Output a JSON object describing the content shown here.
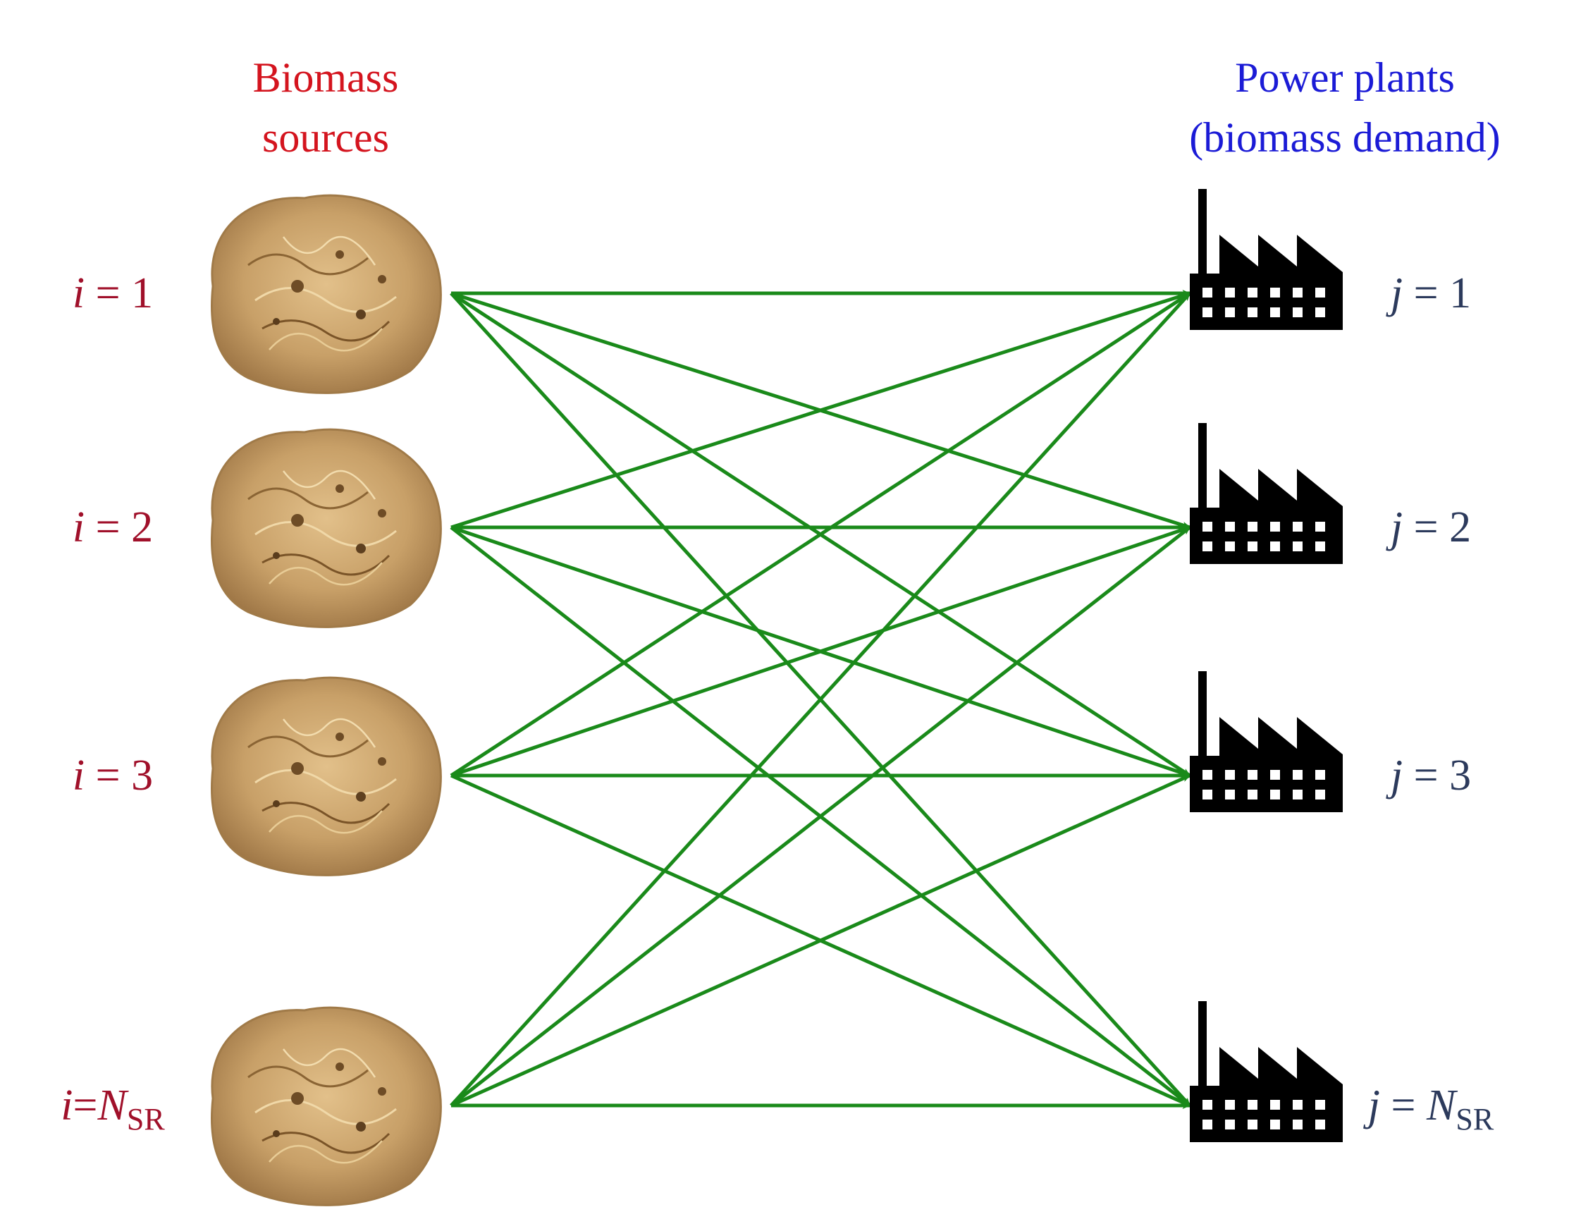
{
  "headers": {
    "sources_line1": "Biomass",
    "sources_line2": "sources",
    "plants_line1": "Power plants",
    "plants_line2": "(biomass demand)"
  },
  "colors": {
    "sources_header": "#d4141e",
    "plants_header": "#1b1bd6",
    "source_label": "#a0102a",
    "plant_label": "#2c3a5c",
    "arrow": "#1a8a1a",
    "factory": "#000000",
    "biomass": "#c8a068"
  },
  "sources": [
    {
      "var": "i",
      "eq": " = ",
      "value": "1",
      "sub": ""
    },
    {
      "var": "i",
      "eq": " = ",
      "value": "2",
      "sub": ""
    },
    {
      "var": "i",
      "eq": " = ",
      "value": "3",
      "sub": ""
    },
    {
      "var": "i",
      "eq": "=",
      "value": "N",
      "sub": "SR"
    }
  ],
  "plants": [
    {
      "var": "j",
      "eq": " = ",
      "value": "1",
      "sub": ""
    },
    {
      "var": "j",
      "eq": " = ",
      "value": "2",
      "sub": ""
    },
    {
      "var": "j",
      "eq": " = ",
      "value": "3",
      "sub": ""
    },
    {
      "var": "j",
      "eq": " = ",
      "value": "N",
      "sub": "SR"
    }
  ],
  "icons": {
    "source": "biomass-bale-icon",
    "plant": "factory-icon"
  },
  "edges": "all-sources-to-all-plants"
}
